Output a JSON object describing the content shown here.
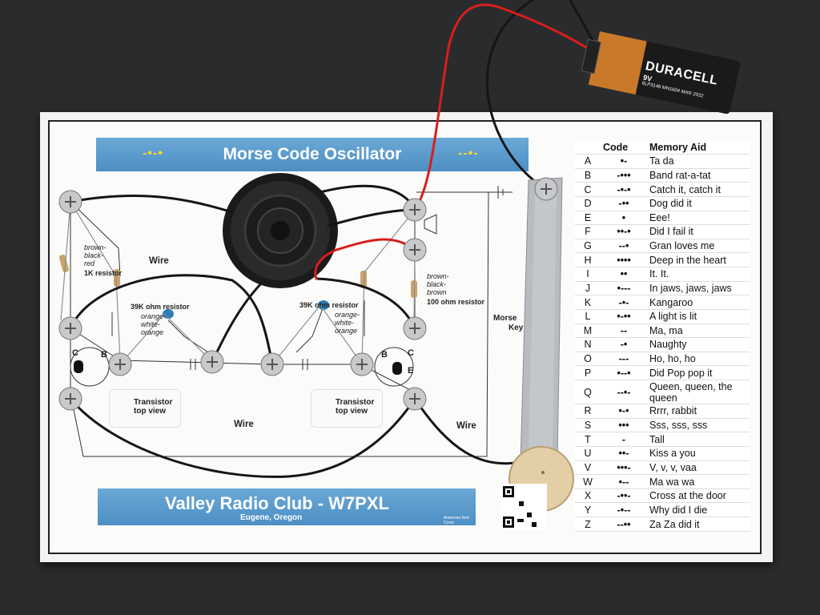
{
  "board": {
    "title": "Morse Code Oscillator",
    "title_morse_left": "-•-•",
    "title_morse_right": "--•-",
    "labels": {
      "r1_color": "brown-\nblack-\nred",
      "r1_value": "1K resistor",
      "r2_title": "39K ohm resistor",
      "r2_color": "orange-\nwhite-\norange",
      "r3_title": "39K ohm resistor",
      "r3_color": "orange-\nwhite-\norange",
      "r4_color": "brown-\nblack-\nbrown",
      "r4_value": "100 ohm resistor",
      "wire_top": "Wire",
      "wire_bottom": "Wire",
      "wire_right": "Wire",
      "transistor_left": "Transistor\ntop view",
      "transistor_right": "Transistor\ntop view",
      "pin_c_left": "C",
      "pin_b_left": "B",
      "pin_c_right": "C",
      "pin_b_right": "B",
      "pin_e_right": "E",
      "key_label_1": "Morse",
      "key_label_2": "Key"
    }
  },
  "footer": {
    "title": "Valley Radio Club - W7PXL",
    "subtitle": "Eugene, Oregon",
    "arrl_tag": "American Red Cross"
  },
  "battery": {
    "brand": "DURACELL",
    "voltage": "9V",
    "code": "6LP3146  MN1604  MAR 2022"
  },
  "table": {
    "headers": [
      "",
      "Code",
      "Memory Aid"
    ],
    "rows": [
      [
        "A",
        "•-",
        "Ta da"
      ],
      [
        "B",
        "-•••",
        "Band rat-a-tat"
      ],
      [
        "C",
        "-•-•",
        "Catch it, catch it"
      ],
      [
        "D",
        "-••",
        "Dog did it"
      ],
      [
        "E",
        "•",
        "Eee!"
      ],
      [
        "F",
        "••-•",
        "Did I fail it"
      ],
      [
        "G",
        "--•",
        "Gran loves me"
      ],
      [
        "H",
        "••••",
        "Deep in the heart"
      ],
      [
        "I",
        "••",
        "It. It."
      ],
      [
        "J",
        "•---",
        "In jaws, jaws, jaws"
      ],
      [
        "K",
        "-•-",
        "Kangaroo"
      ],
      [
        "L",
        "•-••",
        "A light is lit"
      ],
      [
        "M",
        "--",
        "Ma, ma"
      ],
      [
        "N",
        "-•",
        "Naughty"
      ],
      [
        "O",
        "---",
        "Ho, ho, ho"
      ],
      [
        "P",
        "•--•",
        "Did Pop pop it"
      ],
      [
        "Q",
        "--•-",
        "Queen, queen, the queen"
      ],
      [
        "R",
        "•-•",
        "Rrrr, rabbit"
      ],
      [
        "S",
        "•••",
        "Sss, sss, sss"
      ],
      [
        "T",
        "-",
        "Tall"
      ],
      [
        "U",
        "••-",
        "Kiss a you"
      ],
      [
        "V",
        "•••-",
        "V, v, v, vaa"
      ],
      [
        "W",
        "•--",
        "Ma wa wa"
      ],
      [
        "X",
        "-••-",
        "Cross at the door"
      ],
      [
        "Y",
        "-•--",
        "Why did I die"
      ],
      [
        "Z",
        "--••",
        "Za Za did it"
      ]
    ]
  },
  "colors": {
    "banner": "#5b9bcf",
    "background": "#2a2b2d",
    "wire_red": "#d81e1e",
    "wire_black": "#151515",
    "key_metal": "#b8bcc0"
  }
}
